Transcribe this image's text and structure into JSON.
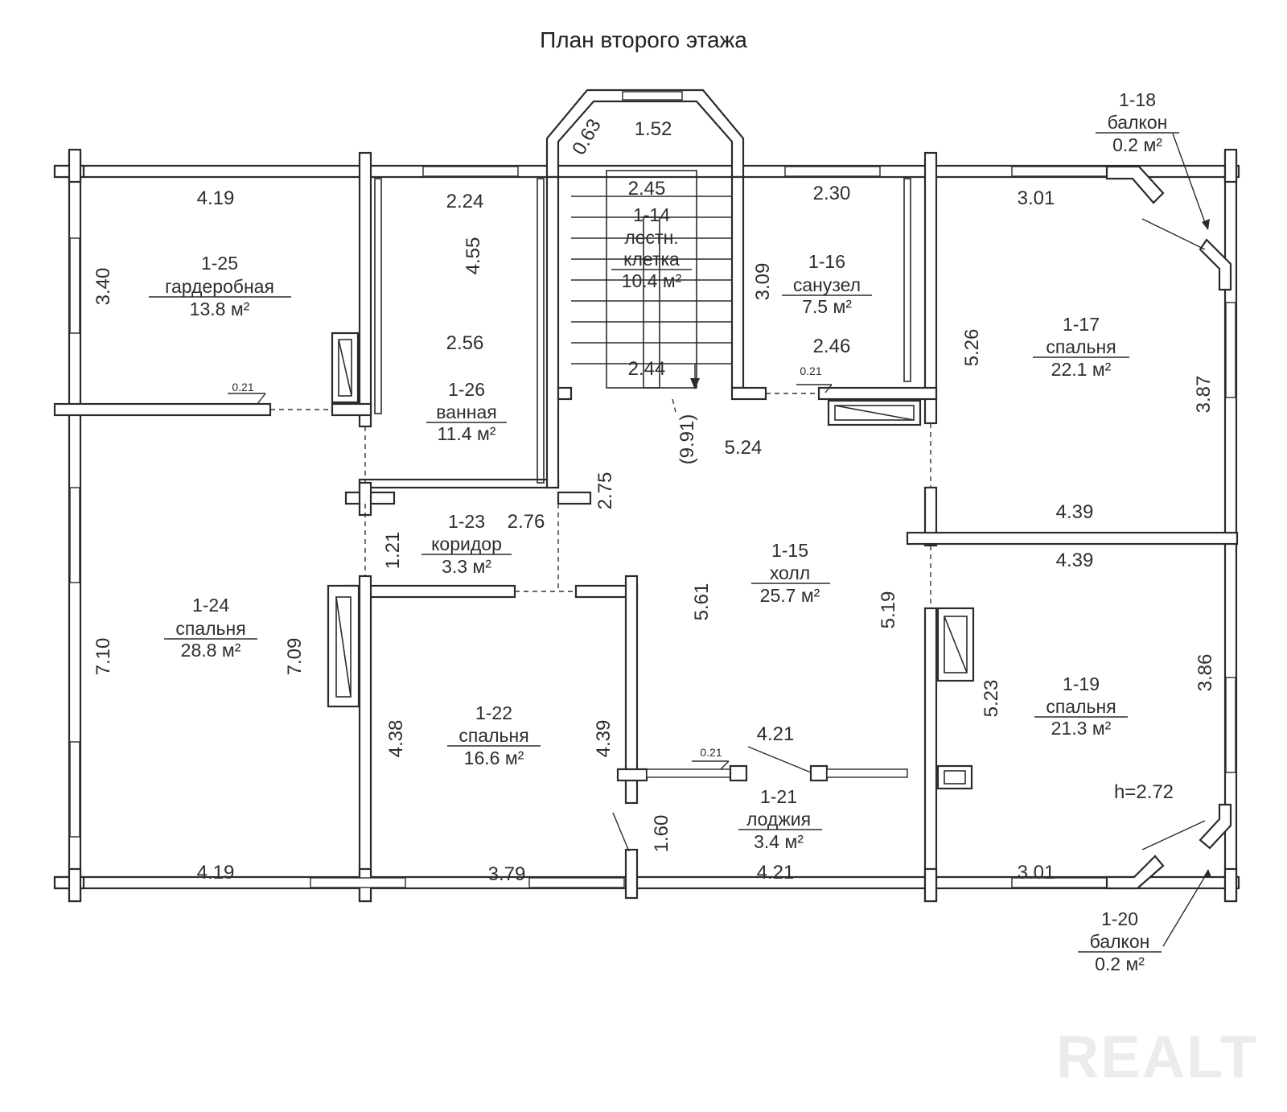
{
  "title": "План второго этажа",
  "watermark": "REALT",
  "rooms": {
    "r25": {
      "id": "1-25",
      "name": "гардеробная",
      "area": "13.8 м²"
    },
    "r26": {
      "id": "1-26",
      "name": "ванная",
      "area": "11.4 м²"
    },
    "r14": {
      "id": "1-14",
      "name1": "лестн.",
      "name2": "клетка",
      "area": "10.4 м²"
    },
    "r16": {
      "id": "1-16",
      "name": "санузел",
      "area": "7.5 м²"
    },
    "r17": {
      "id": "1-17",
      "name": "спальня",
      "area": "22.1 м²"
    },
    "r18": {
      "id": "1-18",
      "name": "балкон",
      "area": "0.2 м²"
    },
    "r24": {
      "id": "1-24",
      "name": "спальня",
      "area": "28.8 м²"
    },
    "r23": {
      "id": "1-23",
      "name": "коридор",
      "area": "3.3 м²"
    },
    "r15": {
      "id": "1-15",
      "name": "холл",
      "area": "25.7 м²"
    },
    "r22": {
      "id": "1-22",
      "name": "спальня",
      "area": "16.6 м²"
    },
    "r19": {
      "id": "1-19",
      "name": "спальня",
      "area": "21.3 м²"
    },
    "r21": {
      "id": "1-21",
      "name": "лоджия",
      "area": "3.4 м²"
    },
    "r20": {
      "id": "1-20",
      "name": "балкон",
      "area": "0.2 м²"
    }
  },
  "dimensions": {
    "d_419_top": "4.19",
    "d_340": "3.40",
    "d_224": "2.24",
    "d_455": "4.55",
    "d_256": "2.56",
    "d_063": "0.63",
    "d_152": "1.52",
    "d_245": "2.45",
    "d_244": "2.44",
    "d_991": "(9.91)",
    "d_309": "3.09",
    "d_230": "2.30",
    "d_246": "2.46",
    "d_301_top": "3.01",
    "d_526": "5.26",
    "d_387": "3.87",
    "d_524": "5.24",
    "d_275": "2.75",
    "d_276": "2.76",
    "d_121": "1.21",
    "d_439_a": "4.39",
    "d_439_b": "4.39",
    "d_561": "5.61",
    "d_519": "5.19",
    "d_710": "7.10",
    "d_709": "7.09",
    "d_438": "4.38",
    "d_439_c": "4.39",
    "d_523": "5.23",
    "d_386": "3.86",
    "d_421_a": "4.21",
    "d_160": "1.60",
    "d_419_bot": "4.19",
    "d_379": "3.79",
    "d_421_b": "4.21",
    "d_301_bot": "3.01",
    "d_021_a": "0.21",
    "d_021_b": "0.21",
    "d_021_c": "0.21"
  },
  "height_note": "h=2.72"
}
